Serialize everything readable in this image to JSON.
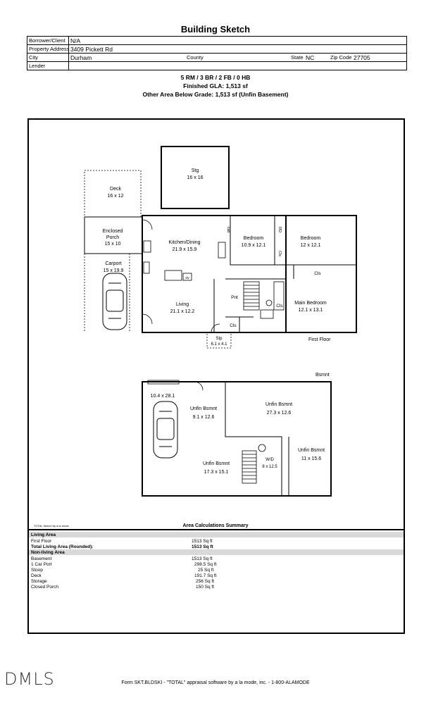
{
  "header": {
    "title": "Building Sketch"
  },
  "info": {
    "borrower_label": "Borrower/Client",
    "borrower_value": "N/A",
    "address_label": "Property Address",
    "address_value": "3409 Pickett Rd",
    "city_label": "City",
    "city_value": "Durham",
    "county_label": "County",
    "county_value": "",
    "state_label": "State",
    "state_value": "NC",
    "zip_label": "Zip Code",
    "zip_value": "27705",
    "lender_label": "Lender",
    "lender_value": ""
  },
  "summary": {
    "line1": "5 RM / 3 BR / 2 FB / 0 HB",
    "line2": "Finished GLA: 1,513 sf",
    "line3": "Other Area Below Grade: 1,513 sf (Unfin Basement)"
  },
  "first_floor": {
    "label": "First Floor",
    "rooms": {
      "stg": {
        "name": "Stg",
        "dims": "16 x 16"
      },
      "deck": {
        "name": "Deck",
        "dims": "16 x 12"
      },
      "enclosed_porch": {
        "name1": "Enclosed",
        "name2": "Porch",
        "dims": "15 x 10"
      },
      "carport": {
        "name": "Carport",
        "dims": "15 x 19.9"
      },
      "kitchen": {
        "name": "Kitchen/Dining",
        "dims": "21.9 x 15.9"
      },
      "bedroom1": {
        "name": "Bedroom",
        "dims": "10.9 x 12.1"
      },
      "bedroom2": {
        "name": "Bedroom",
        "dims": "12 x 12.1"
      },
      "living": {
        "name": "Living",
        "dims": "21.1 x 12.2"
      },
      "main_bedroom": {
        "name": "Main Bedroom",
        "dims": "12.1 x 13.1"
      },
      "stoop": {
        "name": "Stp",
        "dims": "6.1 x 4.1"
      }
    },
    "labels": {
      "cab": "cab",
      "rd": "RD",
      "cls": "Cls",
      "pnt": "Pnt",
      "ov": "ov"
    }
  },
  "basement": {
    "label": "Bsmnt",
    "rooms": {
      "garage": {
        "dims": "10.4 x 28.1"
      },
      "unfin1": {
        "name": "Unfin Bsmnt",
        "dims": "9.1 x 12.6"
      },
      "unfin2": {
        "name": "Unfin Bsmnt",
        "dims": "27.3 x 12.6"
      },
      "unfin3": {
        "name": "Unfin Bsmnt",
        "dims": "17.3 x 15.1"
      },
      "unfin4": {
        "name": "Unfin Bsmnt",
        "dims": "11 x 15.6"
      },
      "wd": {
        "name": "W/D",
        "dims": "8 x 12.5"
      }
    }
  },
  "area": {
    "sketch_credit": "TOTAL Sketch by a la mode",
    "title": "Area Calculations Summary",
    "living_header": "Living Area",
    "first_floor_label": "First Floor",
    "first_floor_value": "1513 Sq ft",
    "total_label": "Total Living Area (Rounded):",
    "total_value": "1513 Sq ft",
    "nonliving_header": "Non-living Area",
    "items": [
      {
        "label": "Basement",
        "value": "1513 Sq ft"
      },
      {
        "label": "1 Car Port",
        "value": "298.5 Sq ft"
      },
      {
        "label": "Stoop",
        "value": "25 Sq ft"
      },
      {
        "label": "Deck",
        "value": "191.7 Sq ft"
      },
      {
        "label": "Storage",
        "value": "256 Sq ft"
      },
      {
        "label": "Closed Porch",
        "value": "150 Sq ft"
      }
    ]
  },
  "footer": {
    "logo": "DMLS",
    "text": "Form SKT.BLDSKI - \"TOTAL\" appraisal software by a la mode, inc. - 1-800-ALAMODE"
  }
}
